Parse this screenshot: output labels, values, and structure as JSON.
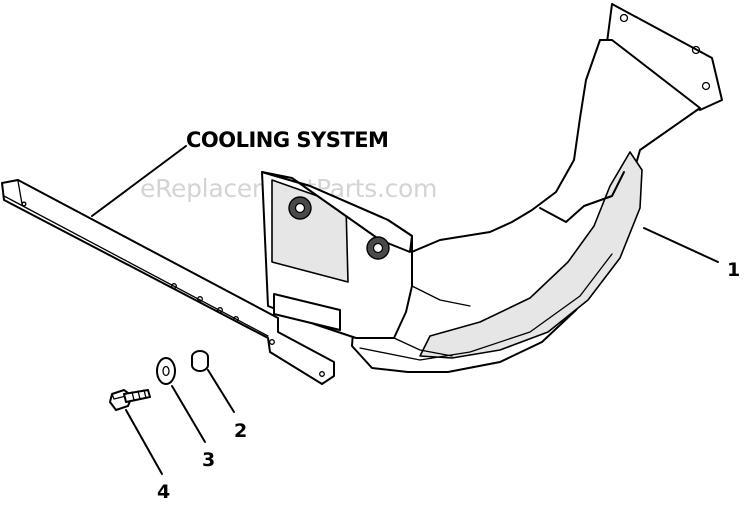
{
  "title": "COOLING SYSTEM",
  "watermark": "eReplacementParts.com",
  "callouts": [
    {
      "number": "1"
    },
    {
      "number": "2"
    },
    {
      "number": "3"
    },
    {
      "number": "4"
    }
  ],
  "icons": [
    "blower-housing",
    "support-bracket",
    "spacer",
    "washer",
    "screw"
  ]
}
